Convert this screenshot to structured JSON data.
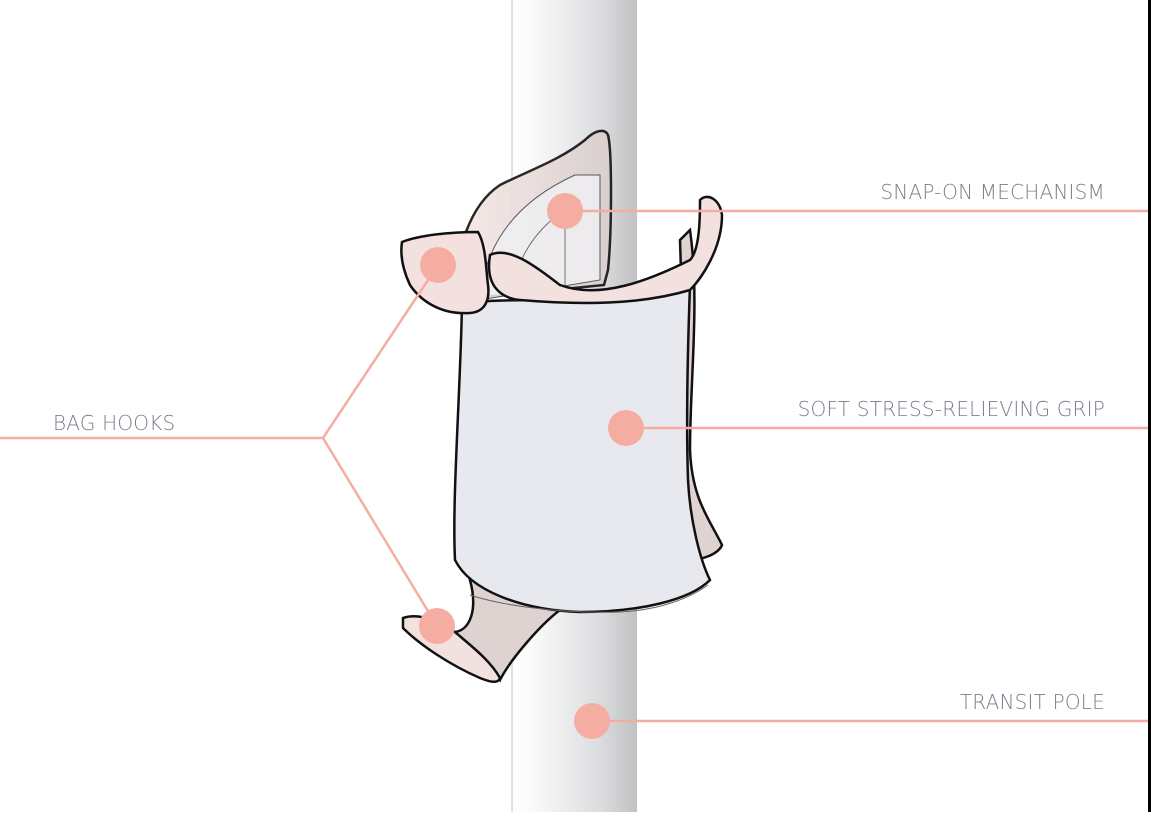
{
  "diagram": {
    "title": "",
    "colors": {
      "callout": "#f5ada1",
      "label_text": "#7c7c8c",
      "grip_fill": "#e8e9ef",
      "hook_fill": "#f3e1df",
      "shadow_fill": "#dfd3d1",
      "pole_light": "#ffffff",
      "pole_dark": "#c2c3c5",
      "outline": "#111111"
    },
    "callouts": [
      {
        "id": "snap-on",
        "label": "SNAP-ON MECHANISM",
        "dot": [
          565,
          211
        ],
        "line_end": [
          1151,
          211
        ]
      },
      {
        "id": "grip",
        "label": "SOFT STRESS-RELIEVING GRIP",
        "dot": [
          626,
          428
        ],
        "line_end": [
          1151,
          428
        ]
      },
      {
        "id": "pole",
        "label": "TRANSIT POLE",
        "dot": [
          592,
          721
        ],
        "line_end": [
          1151,
          721
        ]
      },
      {
        "id": "bag-hooks",
        "label": "BAG HOOKS",
        "dots": [
          [
            438,
            265
          ],
          [
            437,
            626
          ]
        ],
        "junction": [
          323,
          438
        ],
        "line_end": [
          0,
          438
        ]
      }
    ]
  }
}
